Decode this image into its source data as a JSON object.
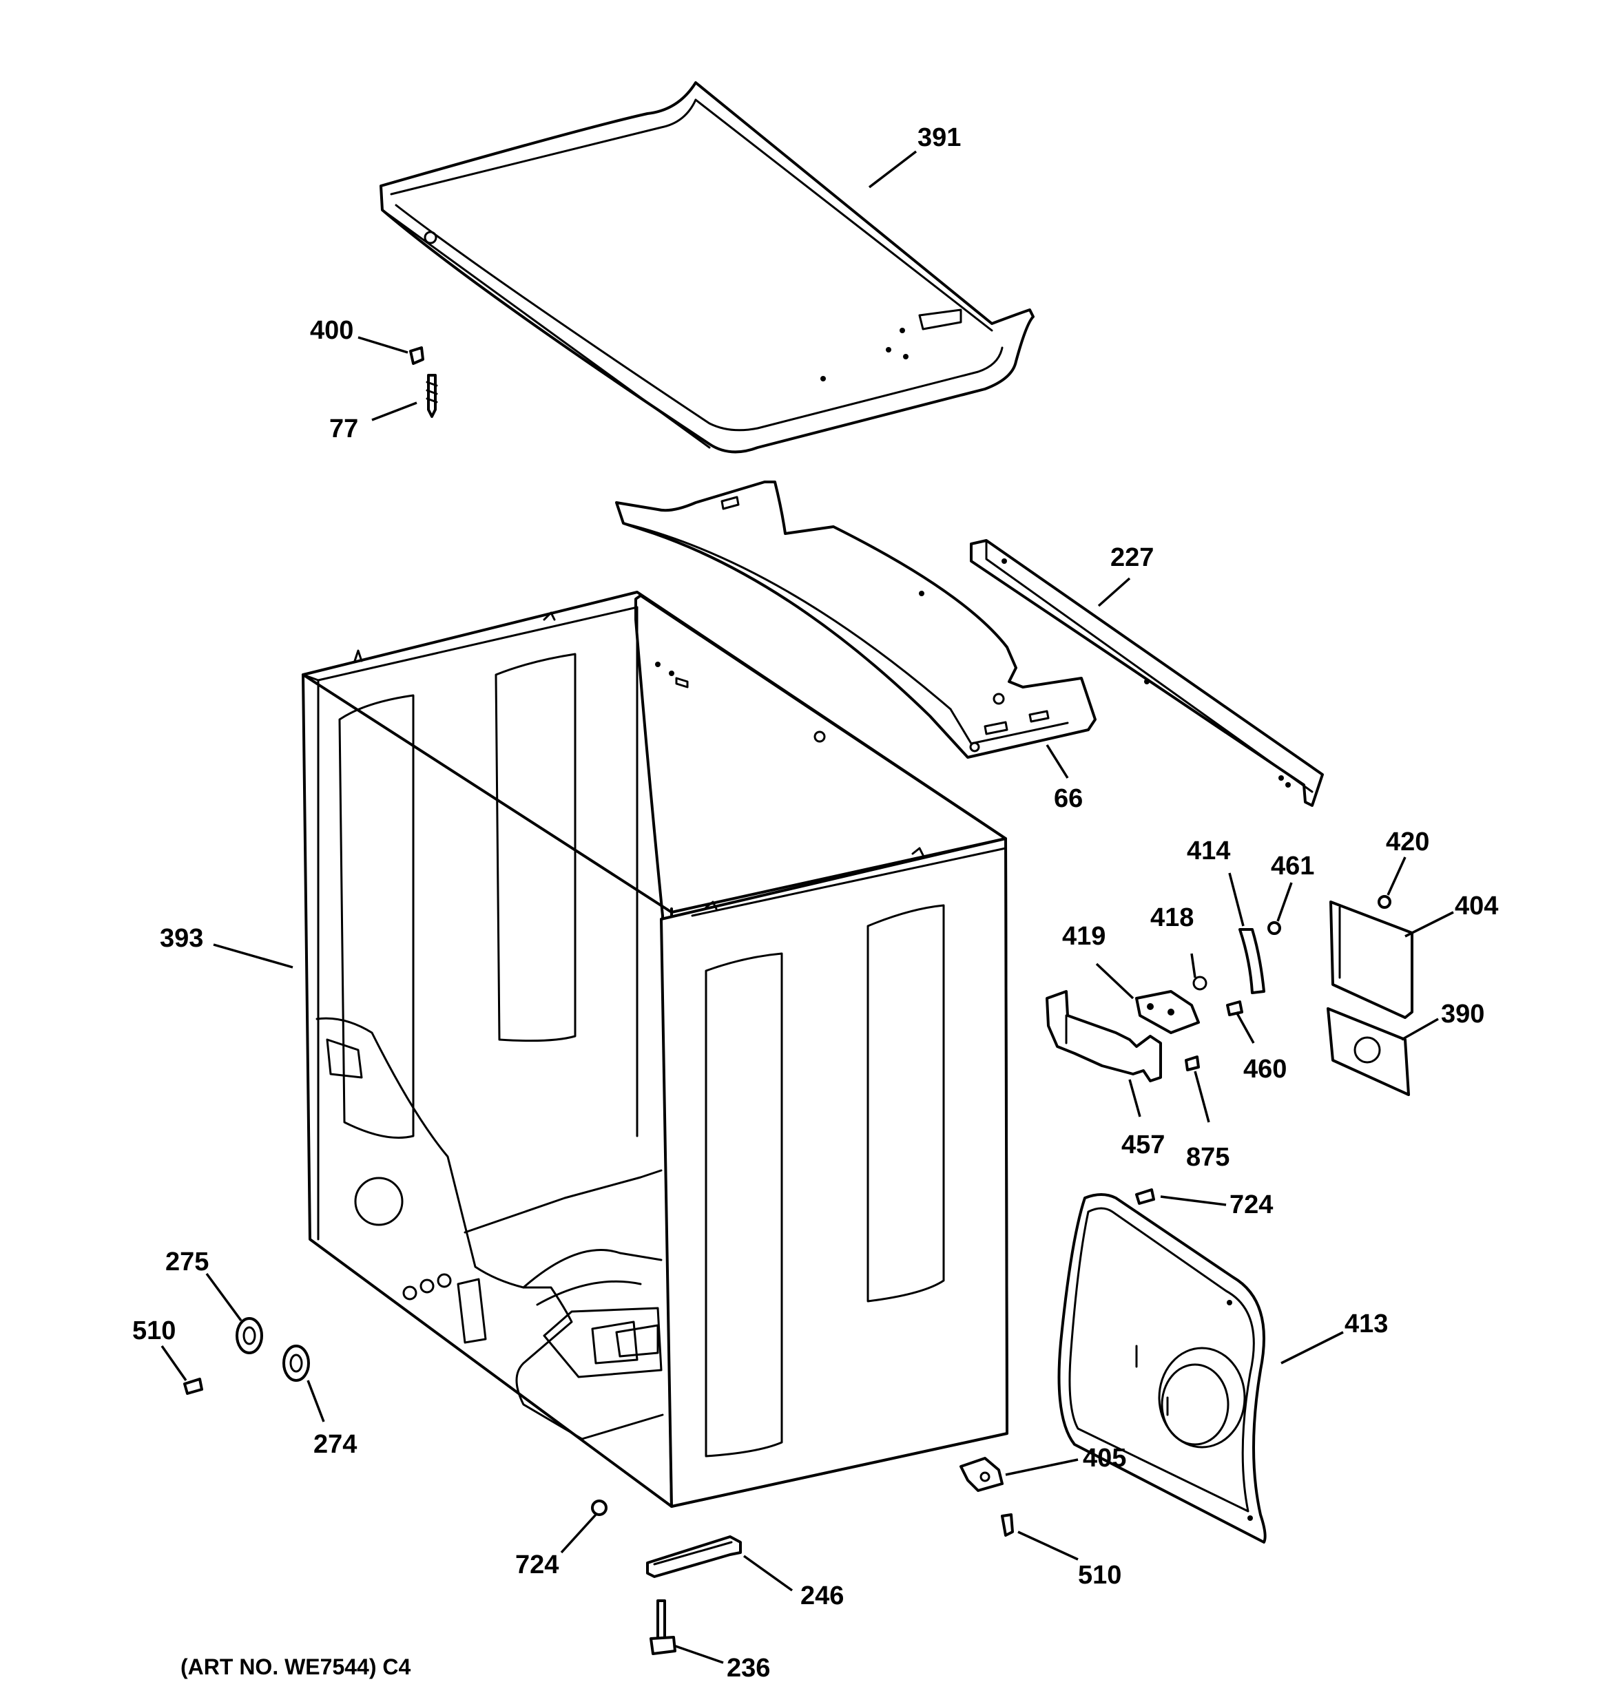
{
  "diagram": {
    "art_number": "(ART NO. WE7544) C4",
    "callouts": [
      {
        "id": "391",
        "text": "391"
      },
      {
        "id": "400",
        "text": "400"
      },
      {
        "id": "77",
        "text": "77"
      },
      {
        "id": "227",
        "text": "227"
      },
      {
        "id": "66",
        "text": "66"
      },
      {
        "id": "393",
        "text": "393"
      },
      {
        "id": "414",
        "text": "414"
      },
      {
        "id": "461",
        "text": "461"
      },
      {
        "id": "420",
        "text": "420"
      },
      {
        "id": "404",
        "text": "404"
      },
      {
        "id": "419",
        "text": "419"
      },
      {
        "id": "418",
        "text": "418"
      },
      {
        "id": "390",
        "text": "390"
      },
      {
        "id": "460",
        "text": "460"
      },
      {
        "id": "457",
        "text": "457"
      },
      {
        "id": "875",
        "text": "875"
      },
      {
        "id": "724a",
        "text": "724"
      },
      {
        "id": "413",
        "text": "413"
      },
      {
        "id": "275",
        "text": "275"
      },
      {
        "id": "510a",
        "text": "510"
      },
      {
        "id": "274",
        "text": "274"
      },
      {
        "id": "405",
        "text": "405"
      },
      {
        "id": "724b",
        "text": "724"
      },
      {
        "id": "510b",
        "text": "510"
      },
      {
        "id": "246",
        "text": "246"
      },
      {
        "id": "236",
        "text": "236"
      }
    ]
  }
}
